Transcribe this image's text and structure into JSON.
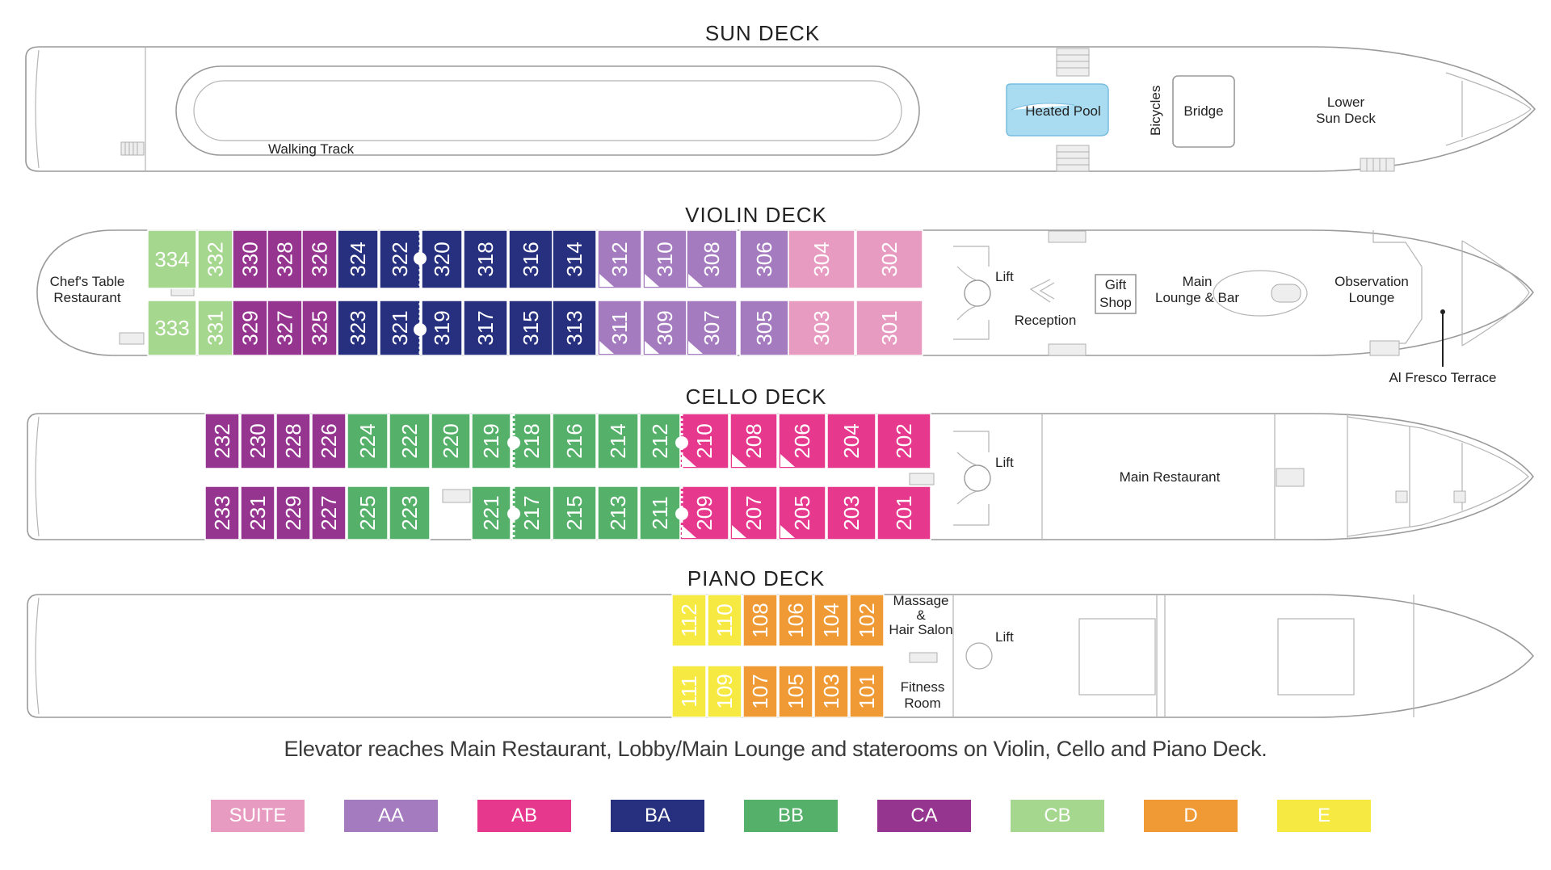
{
  "decks": {
    "sun": {
      "title": "SUN DECK"
    },
    "violin": {
      "title": "VIOLIN DECK"
    },
    "cello": {
      "title": "CELLO DECK"
    },
    "piano": {
      "title": "PIANO DECK"
    }
  },
  "labels": {
    "walking_track": "Walking Track",
    "heated_pool": "Heated Pool",
    "bicycles": "Bicycles",
    "bridge": "Bridge",
    "lower_sun_deck_1": "Lower",
    "lower_sun_deck_2": "Sun Deck",
    "chefs_table_1": "Chef's Table",
    "chefs_table_2": "Restaurant",
    "lift_violin": "Lift",
    "reception": "Reception",
    "gift_shop_1": "Gift",
    "gift_shop_2": "Shop",
    "main_lounge_1": "Main",
    "main_lounge_2": "Lounge & Bar",
    "observation_1": "Observation",
    "observation_2": "Lounge",
    "al_fresco": "Al Fresco Terrace",
    "lift_cello": "Lift",
    "main_restaurant": "Main Restaurant",
    "massage_1": "Massage",
    "massage_2": "&",
    "massage_3": "Hair Salon",
    "lift_piano": "Lift",
    "fitness_1": "Fitness",
    "fitness_2": "Room"
  },
  "cabins": {
    "violin_top": [
      "334",
      "332",
      "330",
      "328",
      "326",
      "324",
      "322",
      "320",
      "318",
      "316",
      "314",
      "312",
      "310",
      "308",
      "306",
      "304",
      "302"
    ],
    "violin_bottom": [
      "333",
      "331",
      "329",
      "327",
      "325",
      "323",
      "321",
      "319",
      "317",
      "315",
      "313",
      "311",
      "309",
      "307",
      "305",
      "303",
      "301"
    ],
    "cello_top": [
      "232",
      "230",
      "228",
      "226",
      "224",
      "222",
      "220",
      "219",
      "218",
      "216",
      "214",
      "212",
      "210",
      "208",
      "206",
      "204",
      "202"
    ],
    "cello_bottom": [
      "233",
      "231",
      "229",
      "227",
      "225",
      "223",
      "221",
      "217",
      "215",
      "213",
      "211",
      "209",
      "207",
      "205",
      "203",
      "201"
    ],
    "piano_top": [
      "112",
      "110",
      "108",
      "106",
      "104",
      "102"
    ],
    "piano_bottom": [
      "111",
      "109",
      "107",
      "105",
      "103",
      "101"
    ]
  },
  "note": "Elevator reaches Main Restaurant, Lobby/Main Lounge and staterooms on Violin, Cello and Piano Deck.",
  "categories": [
    {
      "code": "SUITE",
      "color": "#e89bc0"
    },
    {
      "code": "AA",
      "color": "#a57bbf"
    },
    {
      "code": "AB",
      "color": "#e6388d"
    },
    {
      "code": "BA",
      "color": "#27307f"
    },
    {
      "code": "BB",
      "color": "#55b06a"
    },
    {
      "code": "CA",
      "color": "#953590"
    },
    {
      "code": "CB",
      "color": "#a5d78e"
    },
    {
      "code": "D",
      "color": "#ef9a35"
    },
    {
      "code": "E",
      "color": "#f6ea42"
    }
  ]
}
